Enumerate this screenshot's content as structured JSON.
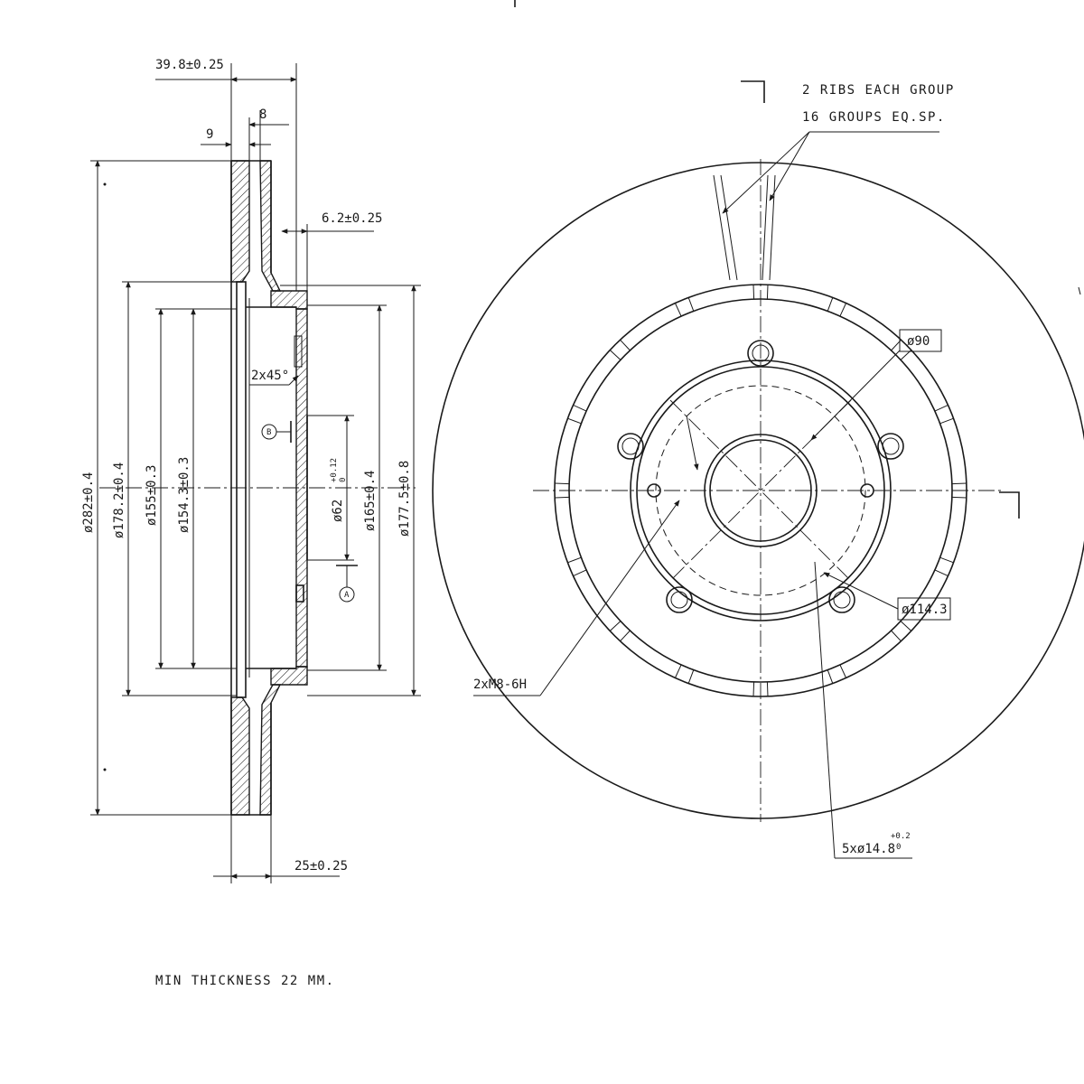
{
  "side_view": {
    "width_overall": "39.8±0.25",
    "rib_gap": "8",
    "face_thickness": "9",
    "hat_offset": "6.2±0.25",
    "chamfer": "2x45°",
    "datum_b": "B",
    "datum_a": "A",
    "d_outer": "ø282±0.4",
    "d_vent": "ø178.2±0.4",
    "d_inner1": "ø155±0.3",
    "d_inner2": "ø154.3±0.3",
    "d_center_main": "ø62",
    "d_center_tol_upper": "+0.12",
    "d_center_tol_lower": "0",
    "d_hat": "ø165±0.4",
    "d_hat_outer": "ø177.5±0.8",
    "total_thickness": "25±0.25"
  },
  "front_view": {
    "ribs_line1": "2 RIBS EACH GROUP",
    "ribs_line2": "16 GROUPS EQ.SP.",
    "pcd_hub": "ø90",
    "pcd_bolt": "ø114.3",
    "thread_holes": "2xM8-6H",
    "bolt_holes_main": "5xø14.8",
    "bolt_holes_tol_upper": "+0.2",
    "bolt_holes_tol_lower": "0"
  },
  "notes": {
    "min_thickness": "MIN THICKNESS 22 MM."
  }
}
